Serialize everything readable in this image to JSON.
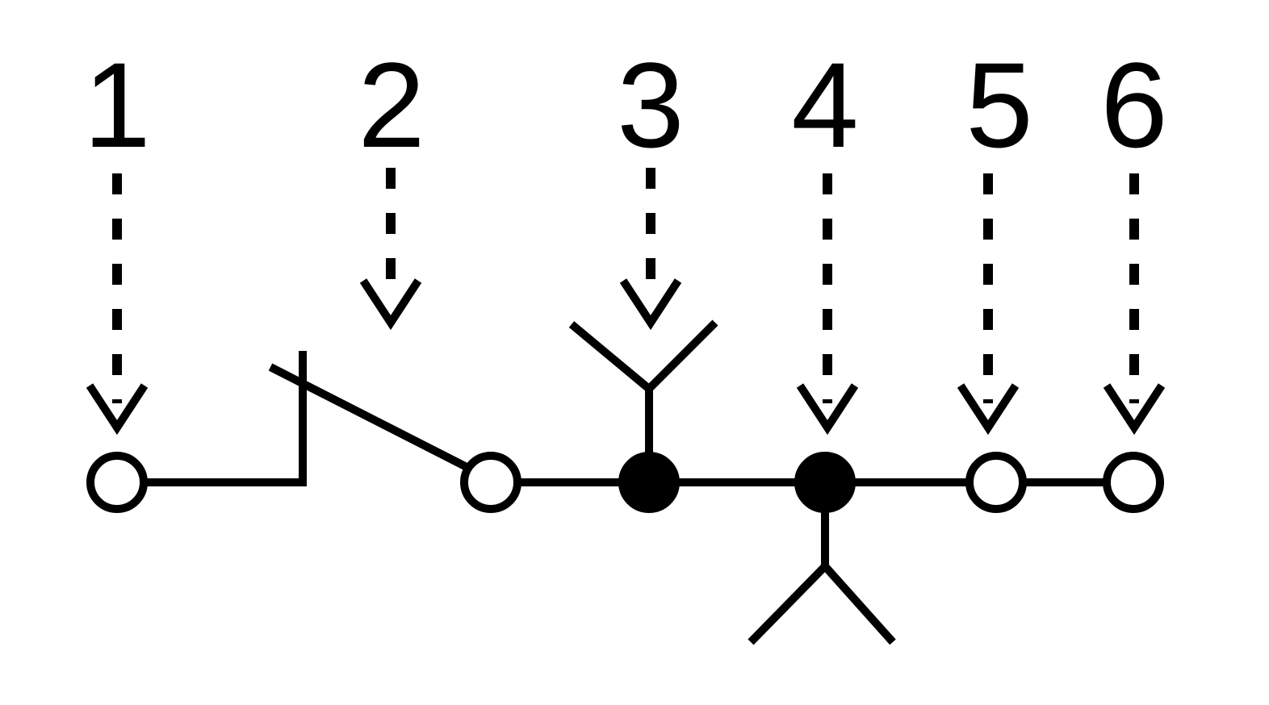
{
  "diagram": {
    "labels": [
      "1",
      "2",
      "3",
      "4",
      "5",
      "6"
    ],
    "colors": {
      "stroke": "#000000",
      "background": "#ffffff"
    }
  }
}
